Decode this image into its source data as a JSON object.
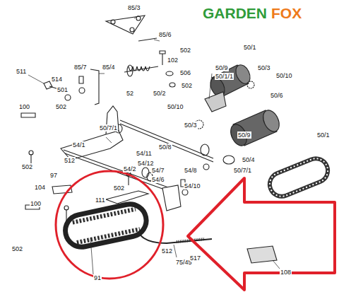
{
  "diagram": {
    "labels": [
      "GARDEN",
      "FOX",
      "85/3",
      "85/6",
      "502",
      "102",
      "506",
      "502",
      "85/4",
      "85/7",
      "511",
      "514",
      "501",
      "502",
      "50/1",
      "50/9",
      "50/1/1",
      "50/3",
      "50/10",
      "50/6",
      "50/7/1",
      "52",
      "50/2",
      "50/10",
      "50/3",
      "50/9",
      "50/1",
      "100",
      "54/1",
      "50/8",
      "50/4",
      "50/7/1",
      "512",
      "54/11",
      "54/12",
      "54/2",
      "502",
      "97",
      "54/7",
      "54/6",
      "54/8",
      "54/10",
      "104",
      "502",
      "111",
      "100",
      "502",
      "91",
      "512",
      "75/45",
      "517",
      "108"
    ]
  }
}
